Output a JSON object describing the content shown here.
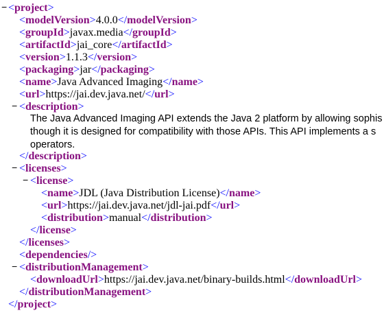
{
  "colors": {
    "bracket": "#0000ff",
    "tag_name": "#881280",
    "text": "#000000"
  },
  "toggle_symbol": "−",
  "tags": {
    "project": "project",
    "modelVersion": "modelVersion",
    "groupId": "groupId",
    "artifactId": "artifactId",
    "version": "version",
    "packaging": "packaging",
    "name": "name",
    "url": "url",
    "description": "description",
    "licenses": "licenses",
    "license": "license",
    "distribution": "distribution",
    "dependencies": "dependencies",
    "distributionManagement": "distributionManagement",
    "downloadUrl": "downloadUrl"
  },
  "values": {
    "modelVersion": "4.0.0",
    "groupId": "javax.media",
    "artifactId": "jai_core",
    "version": "1.1.3",
    "packaging": "jar",
    "name": "Java Advanced Imaging",
    "url": "https://jai.dev.java.net/",
    "description_lines": [
      "The Java Advanced Imaging API extends the Java 2 platform by allowing sophis",
      "though it is designed for compatibility with those APIs. This API implements a s",
      "operators."
    ],
    "license_name": "JDL (Java Distribution License)",
    "license_url": "https://jai.dev.java.net/jdl-jai.pdf",
    "license_distribution": "manual",
    "downloadUrl": "https://jai.dev.java.net/binary-builds.html"
  }
}
